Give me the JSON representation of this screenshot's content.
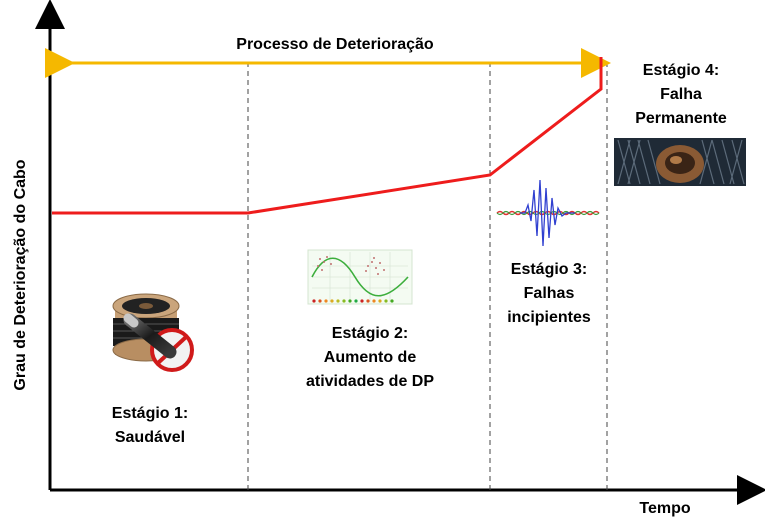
{
  "process_label": "Processo de Deterioração",
  "y_axis_label": "Grau de Deterioração do Cabo",
  "x_axis_label": "Tempo",
  "stages": [
    {
      "line1": "Estágio 1:",
      "line2": "Saudável",
      "line3": ""
    },
    {
      "line1": "Estágio 2:",
      "line2": "Aumento de",
      "line3": "atividades de DP"
    },
    {
      "line1": "Estágio 3:",
      "line2": "Falhas",
      "line3": "incipientes"
    },
    {
      "line1": "Estágio 4:",
      "line2": "Falha",
      "line3": "Permanente"
    }
  ],
  "colors": {
    "process_arrow": "#f5b800",
    "deterioration_curve": "#ee1c1c",
    "axes": "#000000",
    "dividers": "#444444"
  },
  "icons": [
    "cable-reel-icon",
    "pd-sine-wave-chart-icon",
    "incipient-fault-waveform-icon",
    "damaged-cable-icon"
  ]
}
